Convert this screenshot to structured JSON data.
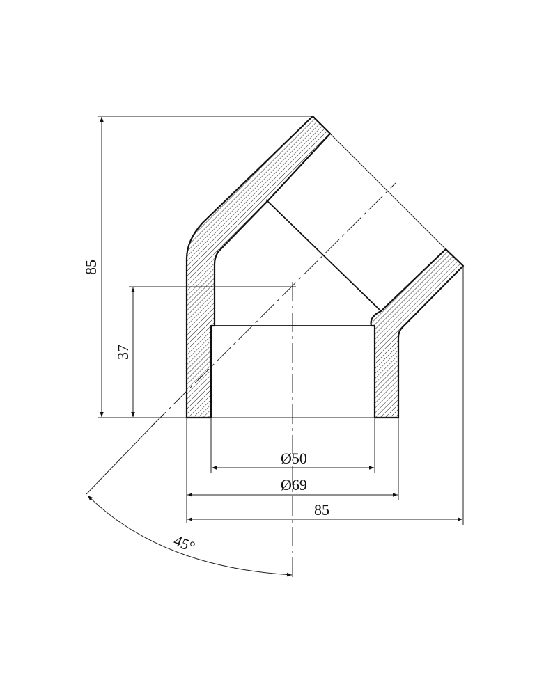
{
  "drawing": {
    "dimensions": {
      "height_overall": "85",
      "socket_depth": "37",
      "inner_diameter": "Ø50",
      "outer_diameter": "Ø69",
      "width_overall": "85",
      "angle": "45°"
    },
    "colors": {
      "line": "#111111",
      "background": "#ffffff"
    }
  }
}
